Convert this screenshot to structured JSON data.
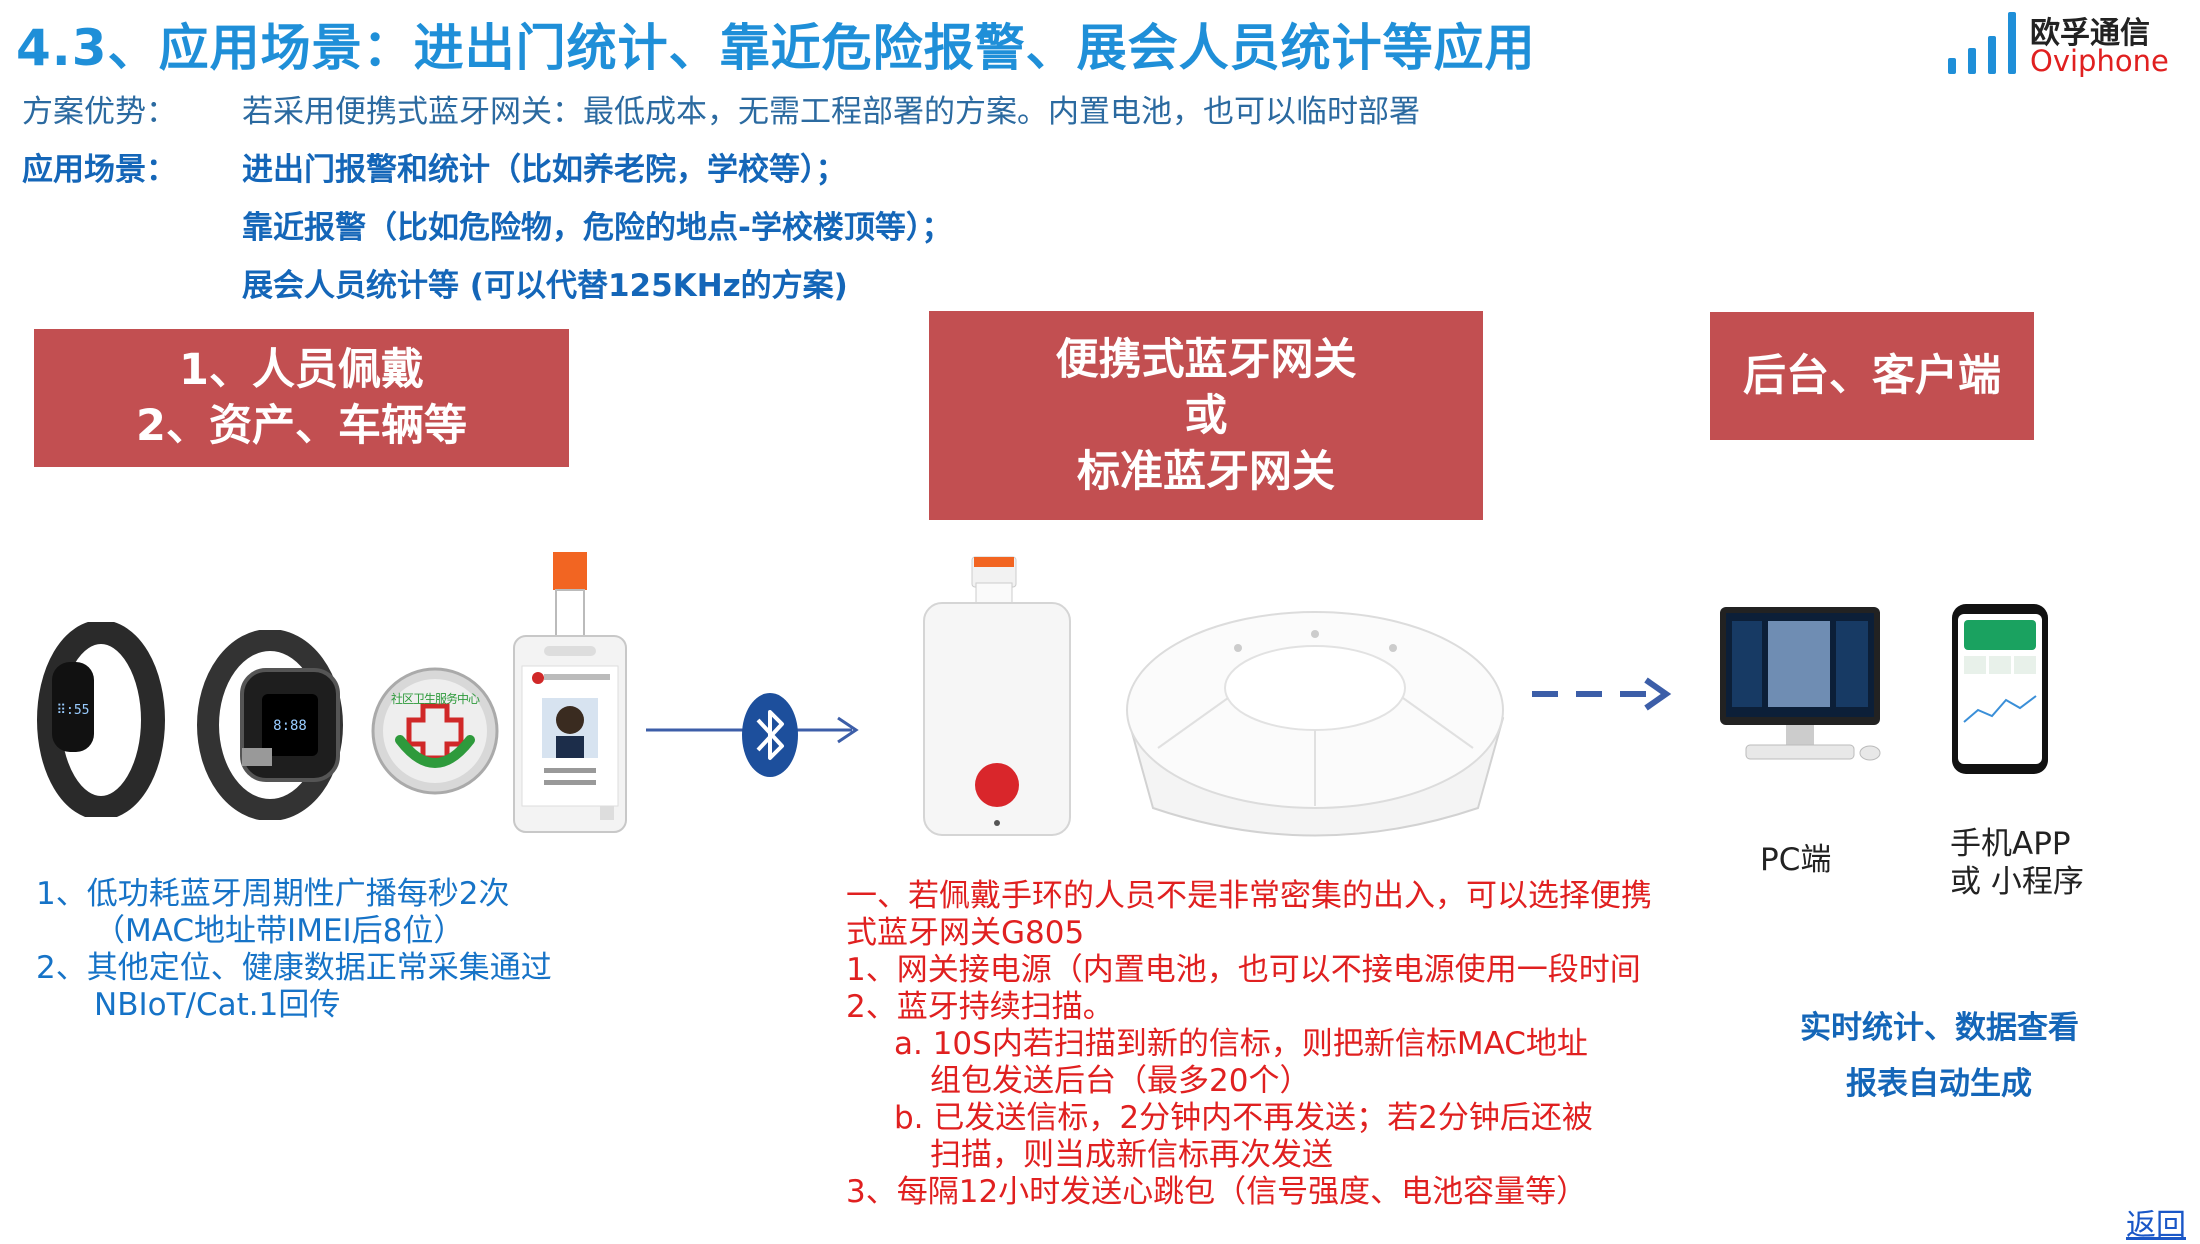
{
  "title": "4.3、应用场景：进出门统计、靠近危险报警、展会人员统计等应用",
  "logo": {
    "cn": "欧孚通信",
    "en": "Oviphone",
    "color": "#1f8fd8"
  },
  "advantage": {
    "label": "方案优势：",
    "text": "若采用便携式蓝牙网关：最低成本，无需工程部署的方案。内置电池，也可以临时部署"
  },
  "scenes": {
    "label": "应用场景：",
    "items": [
      "进出门报警和统计（比如养老院，学校等）；",
      "靠近报警（比如危险物，危险的地点-学校楼顶等）；",
      "展会人员统计等 (可以代替125KHz的方案)"
    ]
  },
  "boxes": {
    "left": [
      "1、人员佩戴",
      "2、资产、车辆等"
    ],
    "middle": [
      "便携式蓝牙网关",
      "或",
      "标准蓝牙网关"
    ],
    "right": [
      "后台、客户端"
    ]
  },
  "badge_text": "社区卫生服务中心",
  "left_notes": [
    "1、低功耗蓝牙周期性广播每秒2次",
    "（MAC地址带IMEI后8位）",
    "2、其他定位、健康数据正常采集通过",
    "NBIoT/Cat.1回传"
  ],
  "middle_notes": [
    "一、若佩戴手环的人员不是非常密集的出入，可以选择便携",
    "式蓝牙网关G805",
    "1、网关接电源（内置电池，也可以不接电源使用一段时间",
    "2、蓝牙持续扫描。",
    "a. 10S内若扫描到新的信标，则把新信标MAC地址",
    "组包发送后台（最多20个）",
    "b. 已发送信标，2分钟内不再发送；若2分钟后还被",
    "扫描，则当成新信标再次发送",
    "3、每隔12小时发送心跳包（信号强度、电池容量等）"
  ],
  "pc_label": "PC端",
  "mobile_label": [
    "手机APP",
    "或 小程序"
  ],
  "right_summary": [
    "实时统计、数据查看",
    "报表自动生成"
  ],
  "back_link": "返回",
  "colors": {
    "accent_red": "#c24f51",
    "title_blue": "#1f8fd8",
    "note_red": "#e02020",
    "dark_blue": "#1466b8"
  }
}
